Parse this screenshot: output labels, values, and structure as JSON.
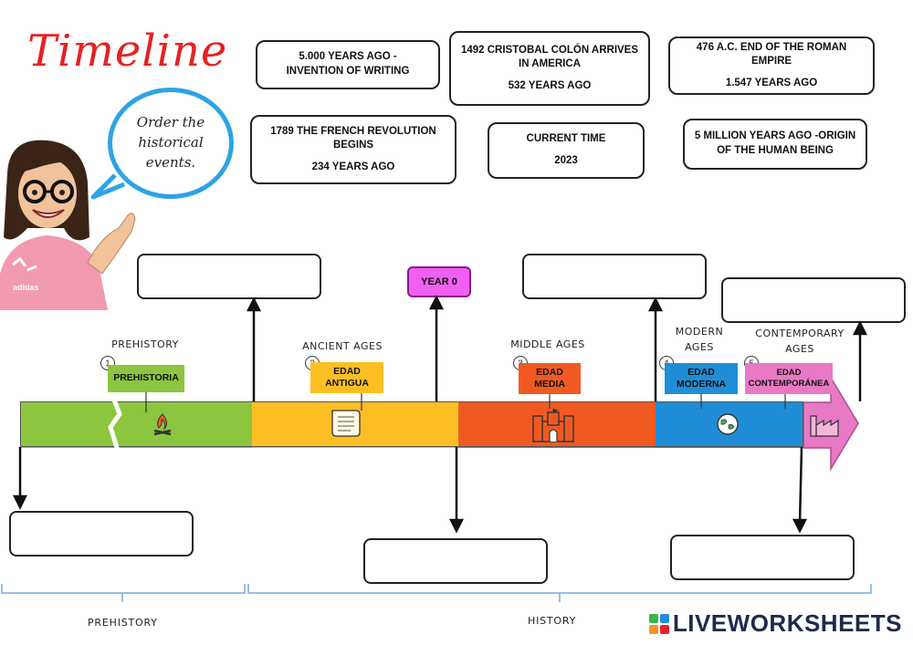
{
  "title": "Timeline",
  "bubble_text": [
    "Order the",
    "historical",
    "events."
  ],
  "events": [
    {
      "line1": "5.000 YEARS AGO  -",
      "line2": "INVENTION OF WRITING",
      "sub": ""
    },
    {
      "line1": "1492  CRISTOBAL COLÓN ARRIVES",
      "line2": "IN AMERICA",
      "sub": "532 YEARS AGO"
    },
    {
      "line1": "476 A.C. END OF THE ROMAN EMPIRE",
      "line2": "",
      "sub": "1.547 YEARS AGO"
    },
    {
      "line1": "1789 THE FRENCH REVOLUTION",
      "line2": "BEGINS",
      "sub": "234 YEARS AGO"
    },
    {
      "line1": "CURRENT TIME",
      "line2": "",
      "sub": "2023"
    },
    {
      "line1": "5 MILLION YEARS AGO -ORIGIN",
      "line2": "OF THE HUMAN BEING",
      "sub": ""
    }
  ],
  "year0": "YEAR 0",
  "eras": [
    {
      "label_line1": "PREHISTORY",
      "label_line2": "",
      "num": "1",
      "tag_line1": "PREHISTORIA",
      "tag_line2": "",
      "color": "#8cc63f",
      "icon": "campfire-icon"
    },
    {
      "label_line1": "ANCIENT AGES",
      "label_line2": "",
      "num": "2",
      "tag_line1": "EDAD",
      "tag_line2": "ANTIGUA",
      "color": "#fdbf24",
      "icon": "scroll-icon"
    },
    {
      "label_line1": "MIDDLE AGES",
      "label_line2": "",
      "num": "3",
      "tag_line1": "EDAD",
      "tag_line2": "MEDIA",
      "color": "#f05a22",
      "icon": "castle-icon"
    },
    {
      "label_line1": "MODERN",
      "label_line2": "AGES",
      "num": "4",
      "tag_line1": "EDAD",
      "tag_line2": "MODERNA",
      "color": "#1f8ed6",
      "icon": "globe-icon"
    },
    {
      "label_line1": "CONTEMPORARY",
      "label_line2": "AGES",
      "num": "5",
      "tag_line1": "EDAD",
      "tag_line2": "CONTEMPORÁNEA",
      "color": "#e879c4",
      "icon": "factory-icon"
    }
  ],
  "footer": {
    "prehistory": "PREHISTORY",
    "history": "HISTORY"
  },
  "brand": {
    "name": "LIVEWORKSHEETS",
    "logo_colors": [
      "#39b54a",
      "#1f8ed6",
      "#f7941d",
      "#ec2027"
    ]
  }
}
